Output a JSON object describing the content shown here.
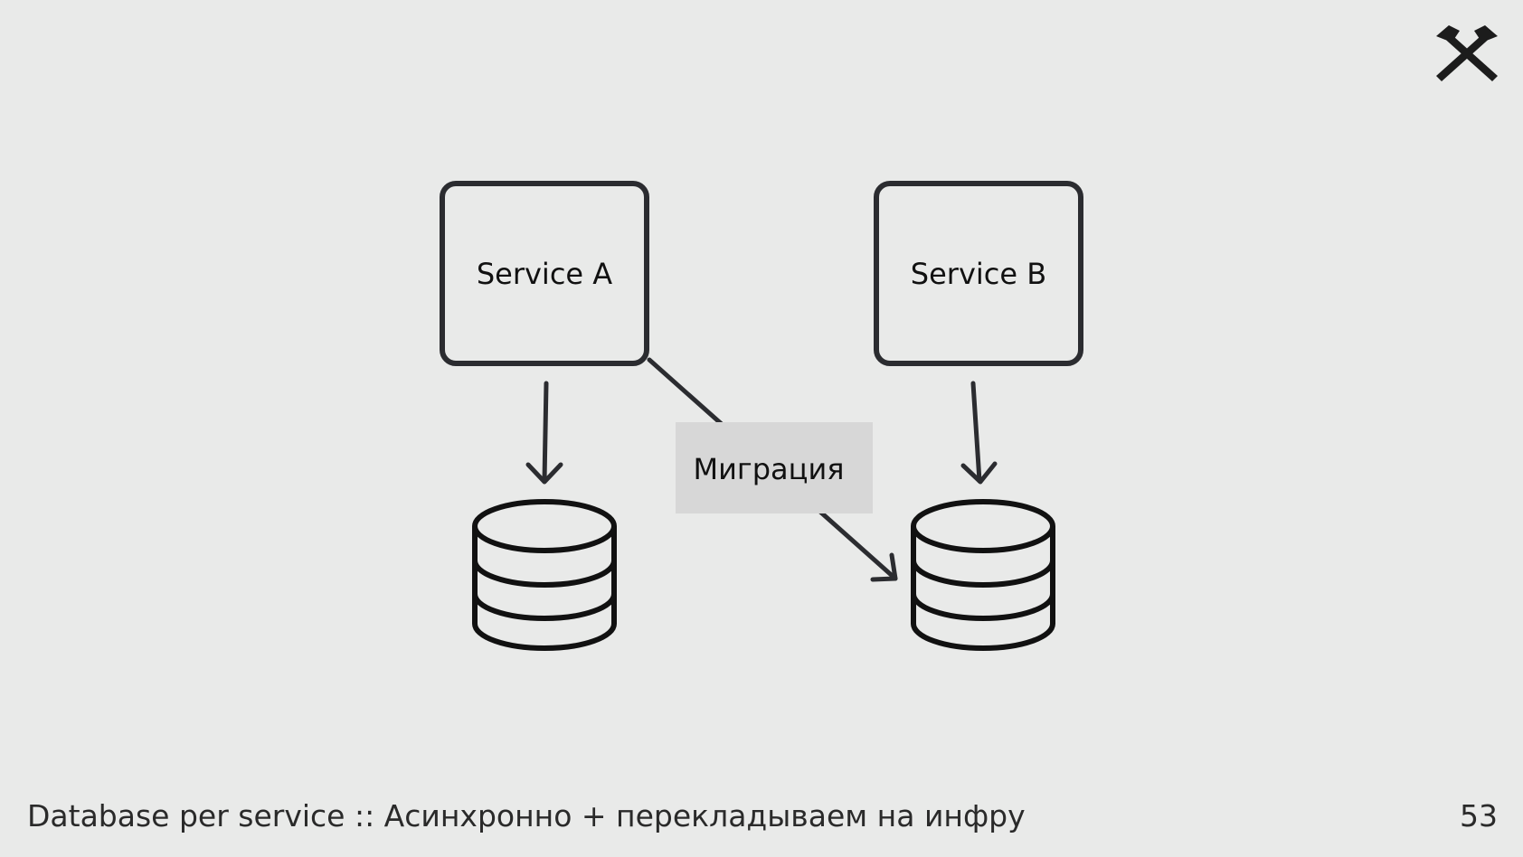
{
  "diagram": {
    "service_a": {
      "label": "Service A"
    },
    "service_b": {
      "label": "Service B"
    },
    "migration": {
      "label": "Миграция"
    }
  },
  "footer": {
    "title": "Database per service :: Асинхронно + перекладываем на инфру",
    "page_number": "53"
  },
  "colors": {
    "background": "#e9eae9",
    "stroke": "#2b2c30",
    "migration_box": "#d7d7d7"
  },
  "icons": {
    "logo": "crossed-hammers-logo",
    "database": "database-icon"
  }
}
